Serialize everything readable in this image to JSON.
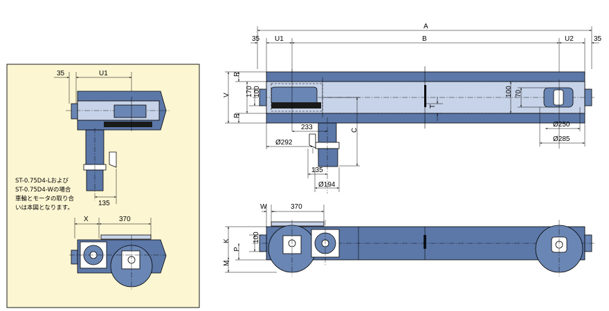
{
  "inset": {
    "background": "#fdf6d3",
    "dims": {
      "d35": "35",
      "u1": "U1",
      "d135": "135",
      "x": "X",
      "d370": "370"
    },
    "note_lines": [
      "ST-0.75D4-Lおよび",
      "ST-0.75D4-Wの場合",
      "車輪とモータの取り合",
      "いは本図となります。"
    ]
  },
  "top_view": {
    "dims": {
      "a": "A",
      "b": "B",
      "u1": "U1",
      "u2": "U2",
      "d35_left": "35",
      "d35_right": "35",
      "r_top": "R",
      "r_bottom": "R",
      "v": "V",
      "d170": "170",
      "d100": "100",
      "d233": "233",
      "d292": "Ø292",
      "d135": "135",
      "d194": "Ø194",
      "c": "C",
      "t": "T",
      "d100_right": "100",
      "d70": "70",
      "d250": "Ø250",
      "d285": "Ø285"
    }
  },
  "side_view": {
    "dims": {
      "w": "W",
      "d370": "370",
      "k": "K",
      "d100": "100",
      "p": "P",
      "m": "M"
    }
  },
  "colors": {
    "steel": "#5c78a8",
    "light": "#c7d3e8",
    "inset_bg": "#fdf6d3"
  }
}
